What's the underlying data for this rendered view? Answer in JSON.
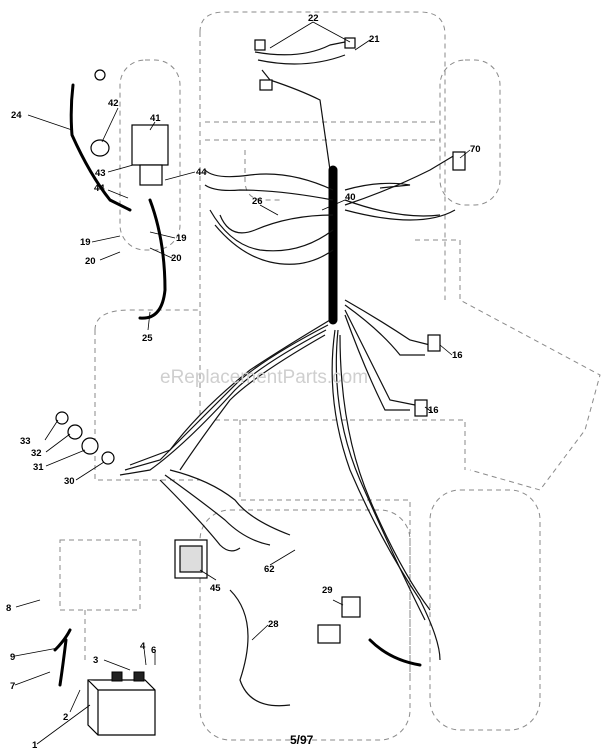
{
  "watermark": "eReplacementParts.com",
  "date_code": "5/97",
  "callouts": [
    "22",
    "21",
    "24",
    "42",
    "41",
    "43",
    "44",
    "44",
    "19",
    "19",
    "20",
    "20",
    "26",
    "40",
    "70",
    "25",
    "16",
    "16",
    "33",
    "32",
    "31",
    "30",
    "8",
    "45",
    "62",
    "29",
    "28",
    "9",
    "7",
    "3",
    "4",
    "6",
    "2",
    "1"
  ]
}
